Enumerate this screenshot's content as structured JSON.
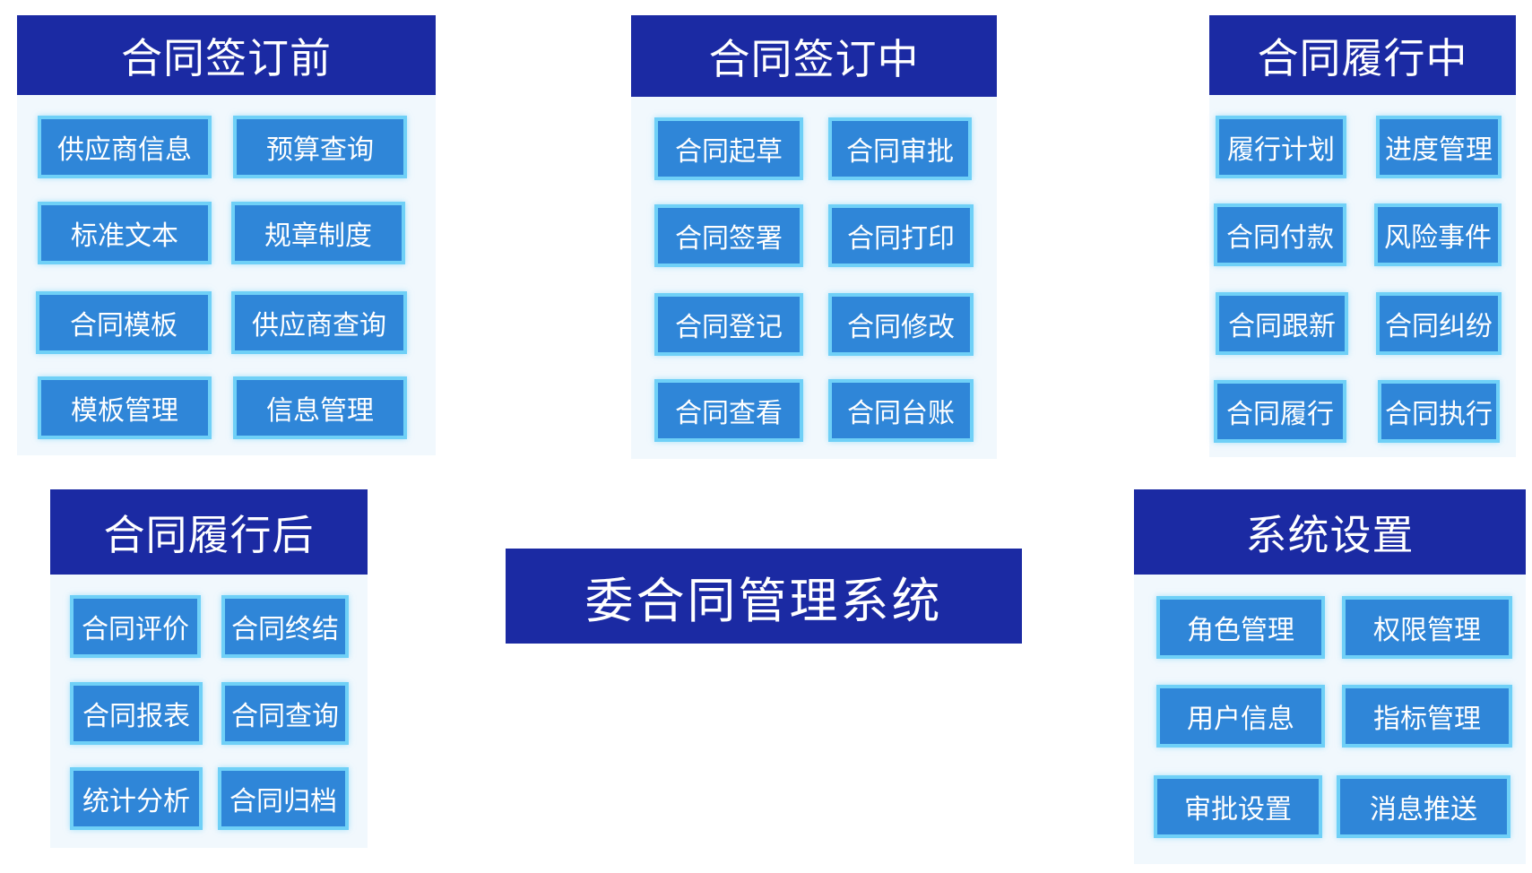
{
  "center_title": "委合同管理系统",
  "colors": {
    "header_bg": "#1b2aa3",
    "tile_bg": "#2f86d8",
    "tile_border": "#6fd0f7",
    "panel_bg": "#f1f8fd"
  },
  "panels": [
    {
      "title": "合同签订前",
      "items": [
        "供应商信息",
        "预算查询",
        "标准文本",
        "规章制度",
        "合同模板",
        "供应商查询",
        "模板管理",
        "信息管理"
      ]
    },
    {
      "title": "合同签订中",
      "items": [
        "合同起草",
        "合同审批",
        "合同签署",
        "合同打印",
        "合同登记",
        "合同修改",
        "合同查看",
        "合同台账"
      ]
    },
    {
      "title": "合同履行中",
      "items": [
        "履行计划",
        "进度管理",
        "合同付款",
        "风险事件",
        "合同跟新",
        "合同纠纷",
        "合同履行",
        "合同执行"
      ]
    },
    {
      "title": "合同履行后",
      "items": [
        "合同评价",
        "合同终结",
        "合同报表",
        "合同查询",
        "统计分析",
        "合同归档"
      ]
    },
    {
      "title": "系统设置",
      "items": [
        "角色管理",
        "权限管理",
        "用户信息",
        "指标管理",
        "审批设置",
        "消息推送"
      ]
    }
  ]
}
